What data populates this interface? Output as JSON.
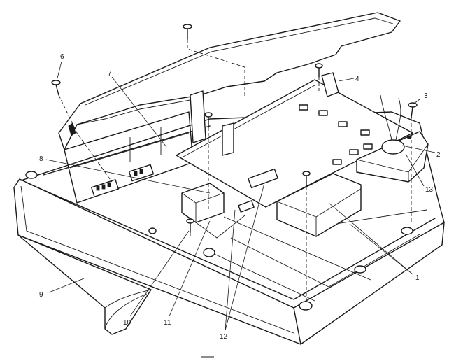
{
  "callouts": [
    {
      "id": "c1",
      "text": "1"
    },
    {
      "id": "c2",
      "text": "2"
    },
    {
      "id": "c3",
      "text": "3"
    },
    {
      "id": "c4",
      "text": "4"
    },
    {
      "id": "c6",
      "text": "6"
    },
    {
      "id": "c7",
      "text": "7"
    },
    {
      "id": "c8",
      "text": "8"
    },
    {
      "id": "c9",
      "text": "9"
    },
    {
      "id": "c10",
      "text": "10"
    },
    {
      "id": "c11",
      "text": "11"
    },
    {
      "id": "c12",
      "text": "12"
    },
    {
      "id": "c13",
      "text": "13"
    }
  ]
}
